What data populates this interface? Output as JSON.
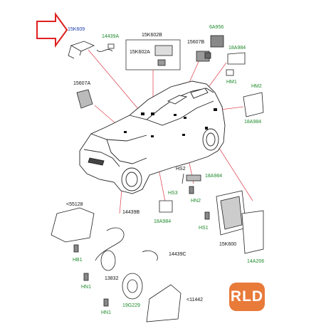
{
  "diagram": {
    "labels": {
      "l15K609": "15K609",
      "l14439A": "14439A",
      "l15K602B": "15K602B",
      "l15K602A": "15K602A",
      "l6A956": "6A956",
      "l15607B": "15607B",
      "l18A984_a": "18A984",
      "l15607A": "15607A",
      "lHM1": "HM1",
      "lHM2": "HM2",
      "l18A984_b": "18A984",
      "lHS2": "HS2",
      "l18A984_c": "18A984",
      "l55128": "<55128",
      "l14439B": "14439B",
      "lHS3": "HS3",
      "lHN2": "HN2",
      "l18A984_d": "18A984",
      "lHS1": "HS1",
      "l15K600": "15K600",
      "l14A206": "14A206",
      "lHB1": "HB1",
      "l14439C": "14439C",
      "l13832": "13832",
      "lHN1_a": "HN1",
      "l19G229": "19G229",
      "lHN1_b": "HN1",
      "l11442": "<11442"
    },
    "logo": "RLD",
    "colors": {
      "label_part": "#1a3da8",
      "label_fixing": "#1f8a2a",
      "leader": "#e0505a",
      "arrow": "#e02020",
      "logo_bg": "#e87a3a"
    }
  }
}
